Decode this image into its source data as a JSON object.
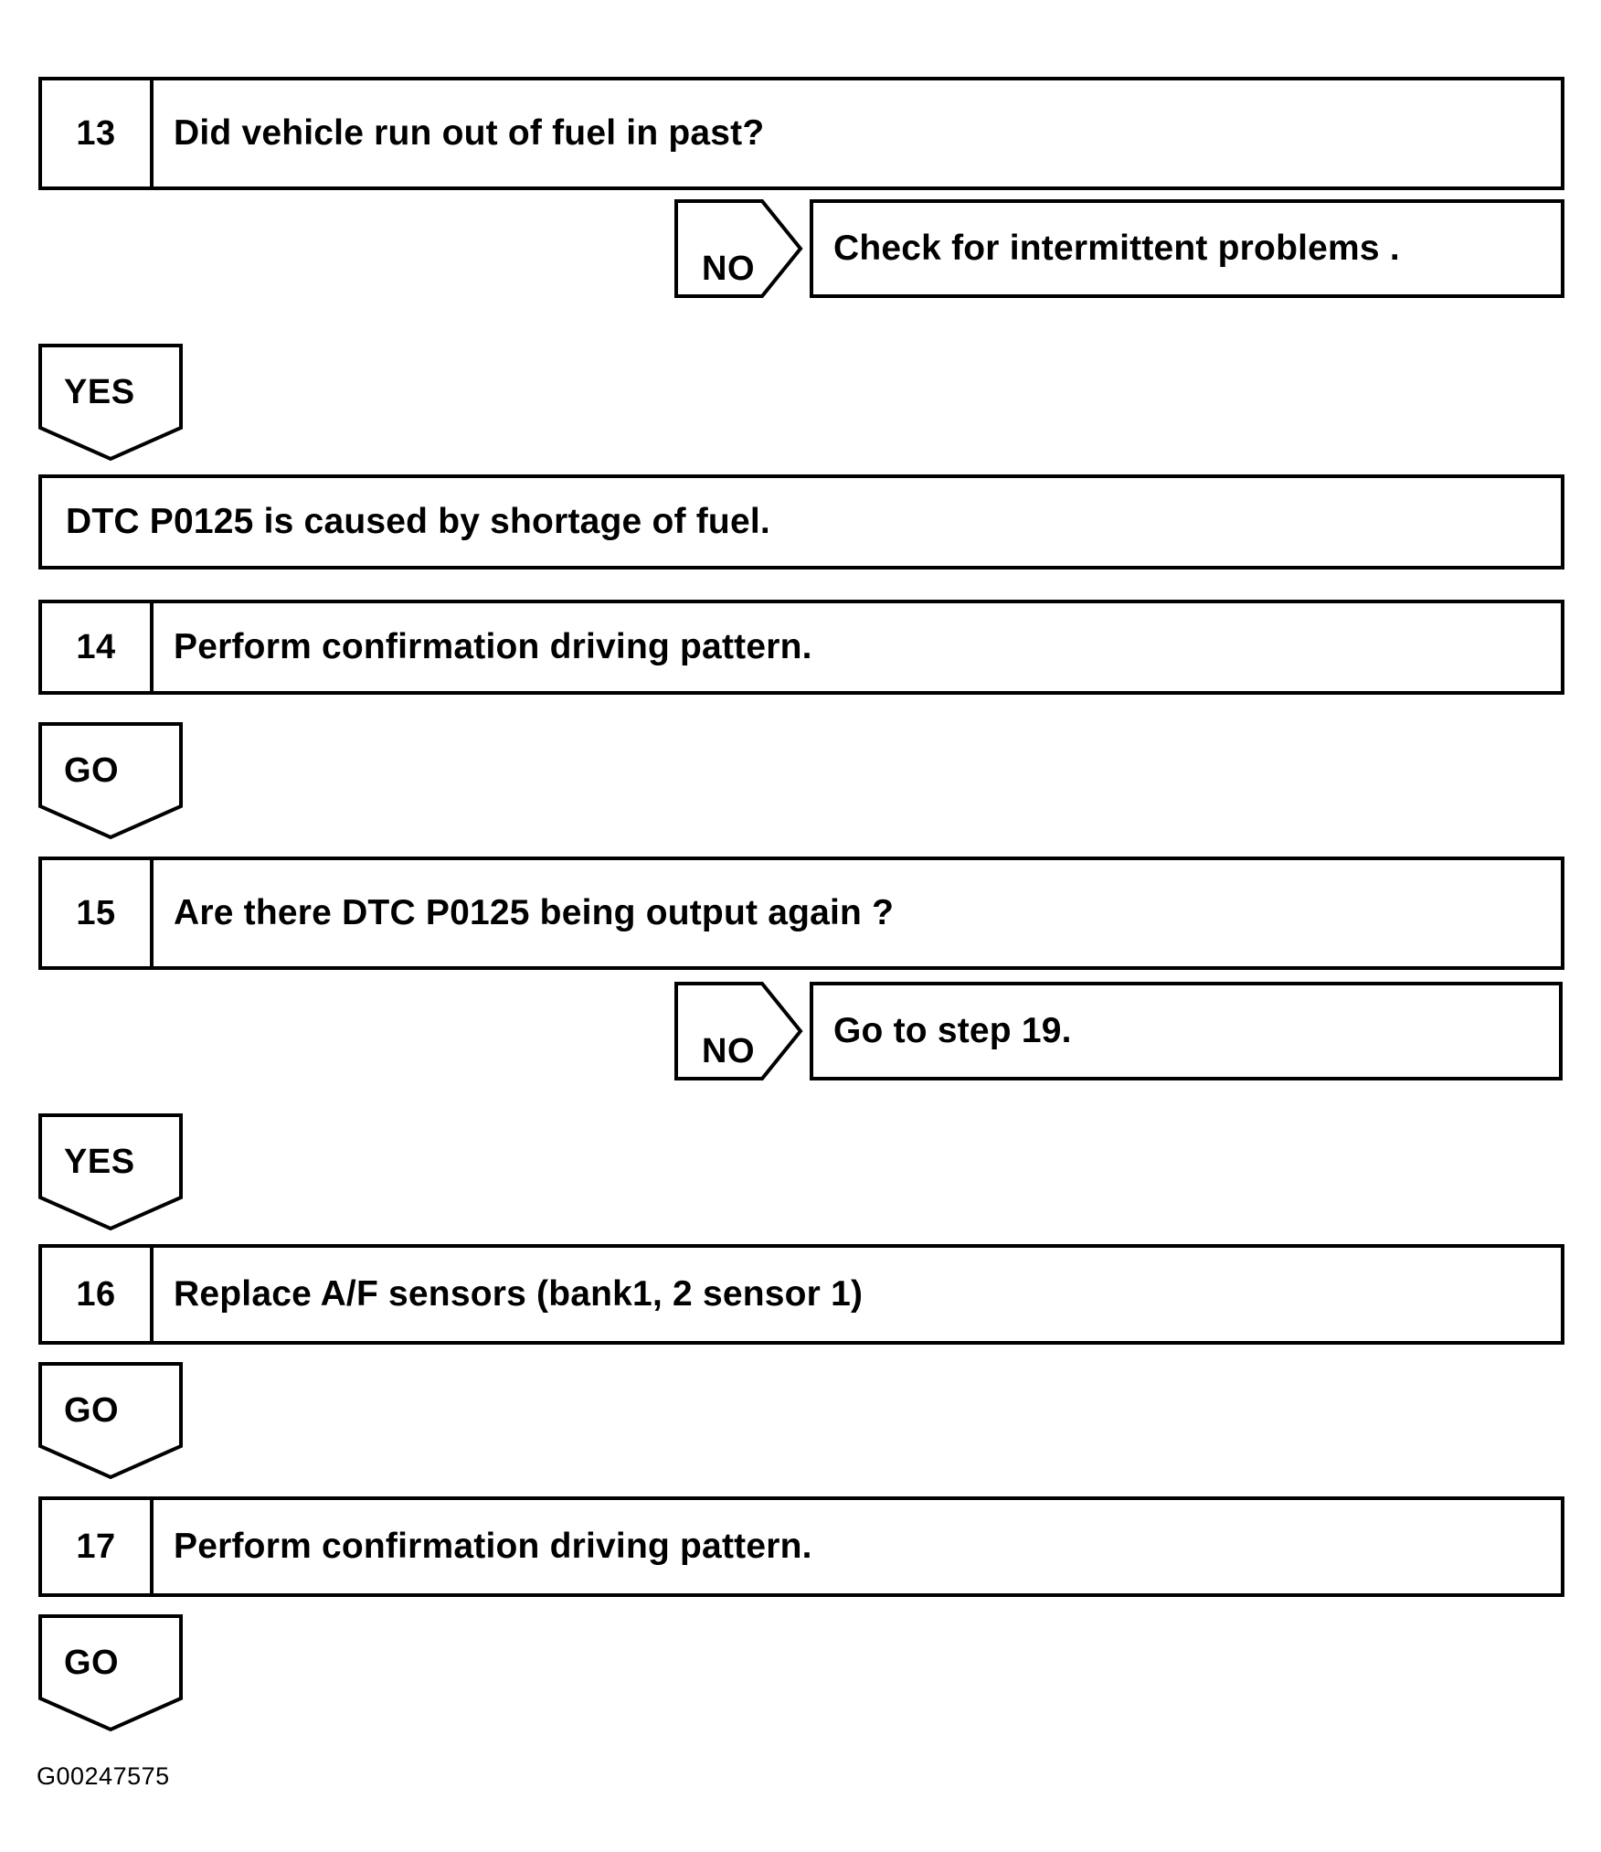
{
  "diagram": {
    "footer_id": "G00247575",
    "nodes": [
      {
        "kind": "step",
        "name": "step-13",
        "number": "13",
        "text": "Did vehicle run out of fuel in past?"
      },
      {
        "kind": "branch",
        "name": "branch-no-1",
        "label": "NO",
        "action": "Check for intermittent problems ."
      },
      {
        "kind": "connector",
        "name": "connector-yes-1",
        "label": "YES"
      },
      {
        "kind": "statement",
        "name": "statement-dtc-cause",
        "text": "DTC P0125 is caused by shortage of fuel."
      },
      {
        "kind": "step",
        "name": "step-14",
        "number": "14",
        "text": "Perform confirmation driving pattern."
      },
      {
        "kind": "connector",
        "name": "connector-go-1",
        "label": "GO"
      },
      {
        "kind": "step",
        "name": "step-15",
        "number": "15",
        "text": "Are there DTC P0125 being output again ?"
      },
      {
        "kind": "branch",
        "name": "branch-no-2",
        "label": "NO",
        "action": "Go to step 19."
      },
      {
        "kind": "connector",
        "name": "connector-yes-2",
        "label": "YES"
      },
      {
        "kind": "step",
        "name": "step-16",
        "number": "16",
        "text": "Replace A/F sensors (bank1, 2 sensor 1)"
      },
      {
        "kind": "connector",
        "name": "connector-go-2",
        "label": "GO"
      },
      {
        "kind": "step",
        "name": "step-17",
        "number": "17",
        "text": "Perform confirmation driving pattern."
      },
      {
        "kind": "connector",
        "name": "connector-go-3",
        "label": "GO"
      }
    ]
  }
}
